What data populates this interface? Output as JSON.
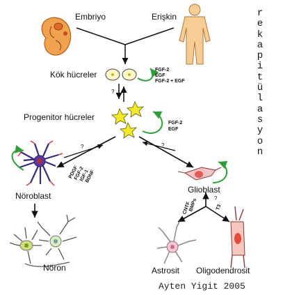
{
  "nodes": {
    "embryo": "Embriyo",
    "adult": "Erişkin",
    "stem_cells": "Kök hücreler",
    "progenitor_cells": "Progenitor hücreler",
    "neuroblast": "Nöroblast",
    "glioblast": "Glioblast",
    "neuron": "Nöron",
    "astrocyte": "Astrosit",
    "oligodendrocyte": "Oligodendrosit"
  },
  "factors": {
    "stem": [
      "FGF-2",
      "EGF",
      "FGF-2 + EGF"
    ],
    "progenitor": [
      "FGF-2",
      "EGF"
    ],
    "neuroblast": [
      "PDGF",
      "FGF-2",
      "IGF-1",
      "BDNF"
    ],
    "glia_left": [
      "CNTF",
      "BMPs"
    ],
    "glia_right": "T3"
  },
  "question_marks": {
    "stem_progenitor": "?",
    "progenitor_neuroblast": "?",
    "progenitor_glioblast": "?",
    "glioblast_fork": "?"
  },
  "vertical_title": [
    "r",
    "e",
    "k",
    "a",
    "p",
    "i",
    "t",
    "ü",
    "l",
    "a",
    "s",
    "y",
    "o",
    "n"
  ],
  "signature": "Ayten Yigit 2005",
  "colors": {
    "arrow": "#111111",
    "cycle_arrow": "#2f9e3a",
    "embryo": "#e9933b",
    "adult": "#f2c68a",
    "progenitor": "#f4ea2a",
    "neuroblast": "#3a2a7a",
    "glioblast": "#e26a6a",
    "neuron_soma": "#c8d86a"
  }
}
